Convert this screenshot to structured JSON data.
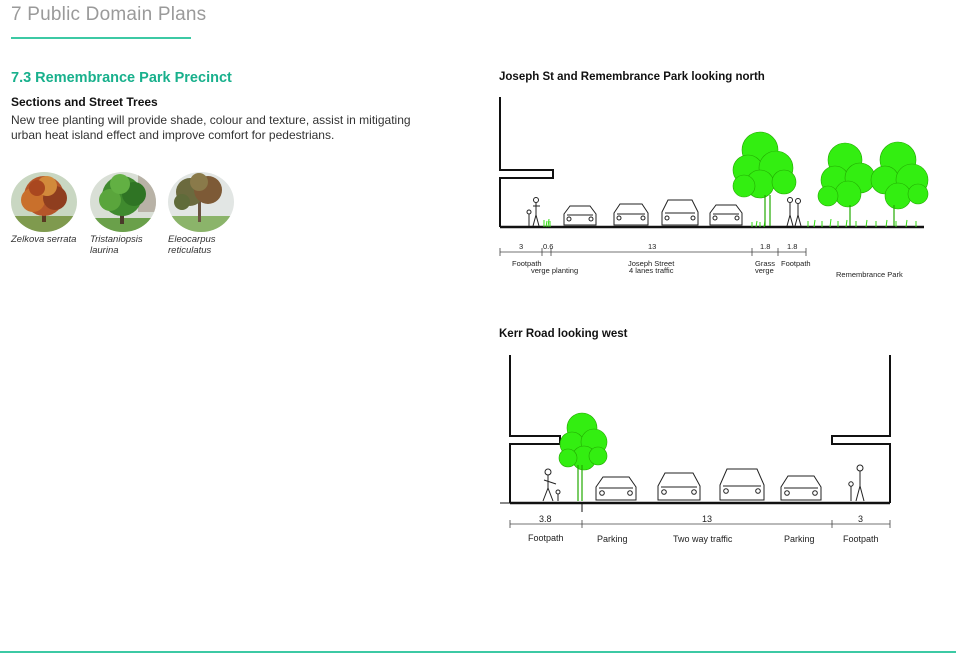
{
  "header": {
    "page_title": "7 Public Domain Plans"
  },
  "section": {
    "title": "7.3 Remembrance Park Precinct",
    "subtitle": "Sections and Street Trees",
    "body": "New tree planting will provide shade, colour and texture, assist in mitigating urban heat island effect and improve comfort for pedestrians."
  },
  "trees": [
    {
      "name": "Zelkova serrata",
      "line1": "Zelkova serrata",
      "line2": ""
    },
    {
      "name": "Tristaniopsis laurina",
      "line1": "Tristaniopsis",
      "line2": "laurina"
    },
    {
      "name": "Eleocarpus reticulatus",
      "line1": "Eleocarpus",
      "line2": "reticulatus"
    }
  ],
  "section1": {
    "title": "Joseph St and Remembrance Park looking north",
    "dimensions": [
      "3",
      "0.6",
      "13",
      "1.8",
      "1.8"
    ],
    "labels": {
      "footpath": "Footpath",
      "verge_planting": "verge planting",
      "joseph_street": "Joseph Street",
      "four_lanes": "4 lanes traffic",
      "grass": "Grass",
      "verge": "verge",
      "footpath2": "Footpath",
      "remembrance_park": "Remembrance Park"
    }
  },
  "section2": {
    "title": "Kerr Road looking west",
    "dimensions": [
      "3.8",
      "13",
      "3"
    ],
    "labels": {
      "footpath_left": "Footpath",
      "parking_left": "Parking",
      "two_way": "Two way traffic",
      "parking_right": "Parking",
      "footpath_right": "Footpath"
    }
  },
  "colors": {
    "accent": "#18b08c",
    "rule": "#3cc9a4",
    "tree_green": "#33ee11"
  }
}
